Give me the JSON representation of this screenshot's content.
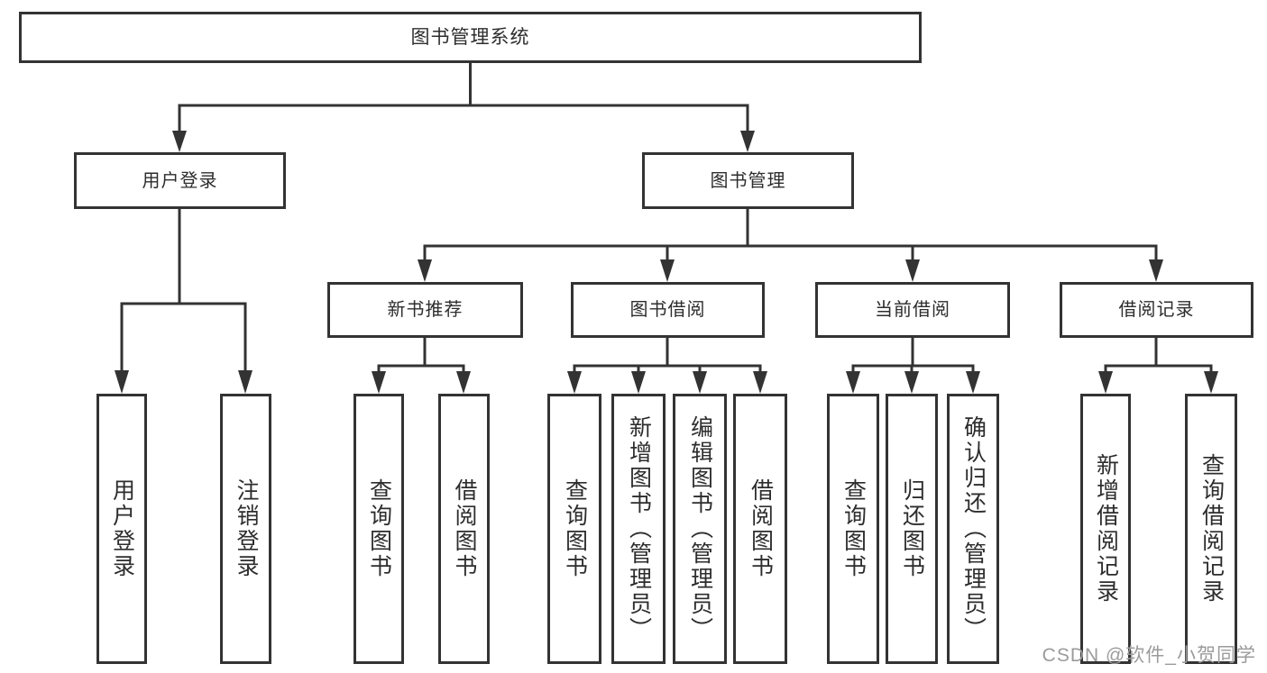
{
  "tree": {
    "root": {
      "label": "图书管理系统",
      "children": [
        {
          "label": "用户登录",
          "children": [
            {
              "label": "用户登录"
            },
            {
              "label": "注销登录"
            }
          ]
        },
        {
          "label": "图书管理",
          "children": [
            {
              "label": "新书推荐",
              "children": [
                {
                  "label": "查询图书"
                },
                {
                  "label": "借阅图书"
                }
              ]
            },
            {
              "label": "图书借阅",
              "children": [
                {
                  "label": "查询图书"
                },
                {
                  "label": "新增图书（管理员）"
                },
                {
                  "label": "编辑图书（管理员）"
                },
                {
                  "label": "借阅图书"
                }
              ]
            },
            {
              "label": "当前借阅",
              "children": [
                {
                  "label": "查询图书"
                },
                {
                  "label": "归还图书"
                },
                {
                  "label": "确认归还（管理员）"
                }
              ]
            },
            {
              "label": "借阅记录",
              "children": [
                {
                  "label": "新增借阅记录"
                },
                {
                  "label": "查询借阅记录"
                }
              ]
            }
          ]
        }
      ]
    }
  },
  "watermark": {
    "text": "CSDN @软件_小贺同学"
  },
  "colors": {
    "line": "#333333",
    "box_border": "#333333",
    "text": "#2d2d2d",
    "watermark": "#9b9b9b",
    "background": "#ffffff"
  }
}
